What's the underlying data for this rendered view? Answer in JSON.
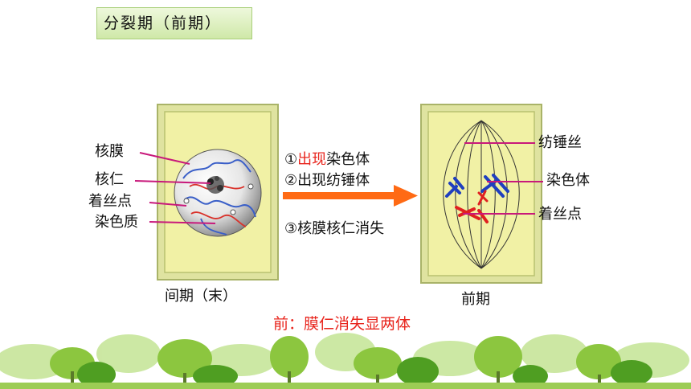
{
  "title": "分裂期（前期）",
  "left_cell": {
    "labels": {
      "nuclear_membrane": "核膜",
      "nucleolus": "核仁",
      "centromere": "着丝点",
      "chromatin": "染色质"
    },
    "caption": "间期（末）"
  },
  "steps": [
    {
      "num": "①",
      "highlight": "出现",
      "rest": "染色体"
    },
    {
      "num": "②",
      "highlight": "",
      "rest": "出现纺锤体"
    },
    {
      "num": "③",
      "highlight": "",
      "rest": "核膜核仁消失"
    }
  ],
  "right_cell": {
    "labels": {
      "spindle": "纺锤丝",
      "chromosome": "染色体",
      "centromere": "着丝点"
    },
    "caption": "前期"
  },
  "summary": "前：膜仁消失显两体",
  "colors": {
    "cell_fill": "#f1f1a5",
    "cell_border": "#a9b368",
    "arrow": "#ff6a14",
    "highlight_text": "#e8251d",
    "pointer_line": "#c8197b"
  }
}
